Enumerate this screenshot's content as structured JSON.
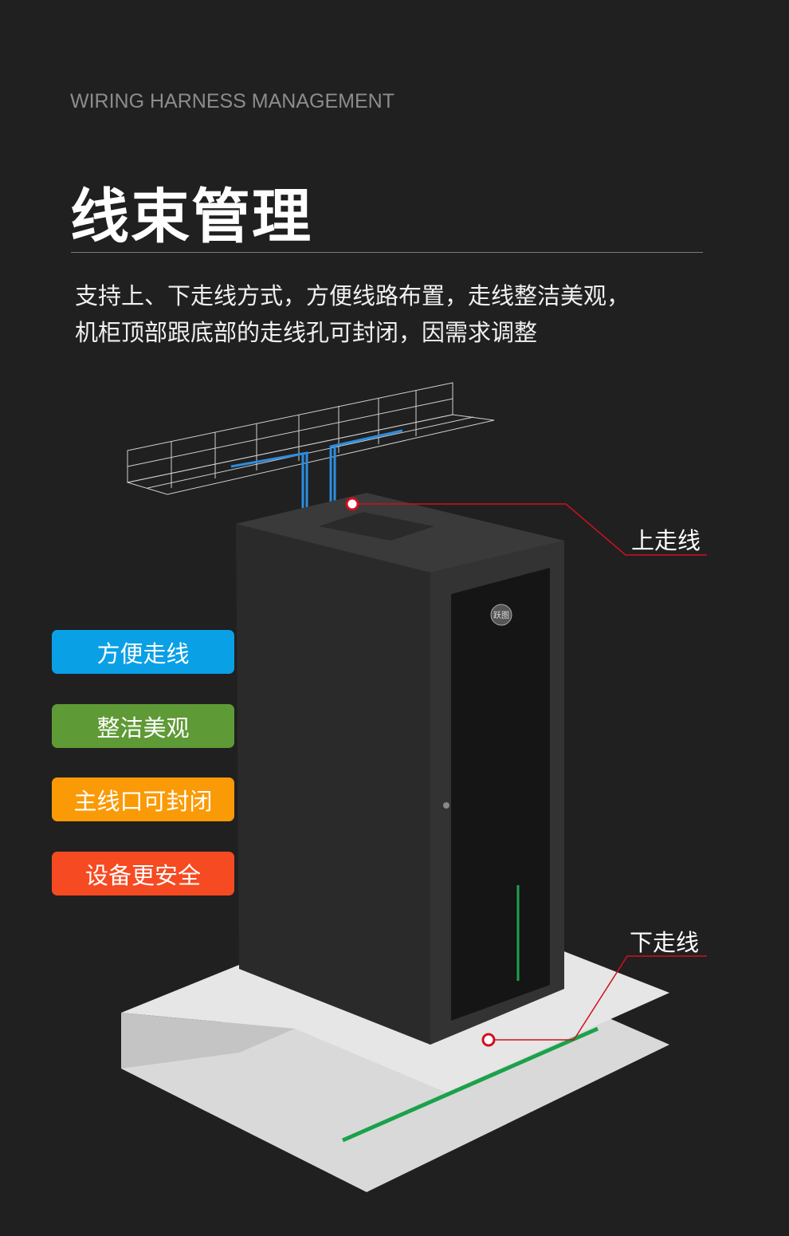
{
  "header": {
    "subtitle": "WIRING HARNESS MANAGEMENT",
    "title": "线束管理",
    "description_lines": [
      "支持上、下走线方式，方便线路布置，走线整洁美观，",
      "机柜顶部跟底部的走线孔可封闭，因需求调整"
    ]
  },
  "features": [
    {
      "label": "方便走线",
      "color": "#0aa0e6"
    },
    {
      "label": "整洁美观",
      "color": "#5e9a35"
    },
    {
      "label": "主线口可封闭",
      "color": "#fa9a06"
    },
    {
      "label": "设备更安全",
      "color": "#f64a22"
    }
  ],
  "callouts": {
    "top": "上走线",
    "bottom": "下走线",
    "line_color": "#d0101e"
  },
  "product": {
    "logo_text": "跃图"
  }
}
